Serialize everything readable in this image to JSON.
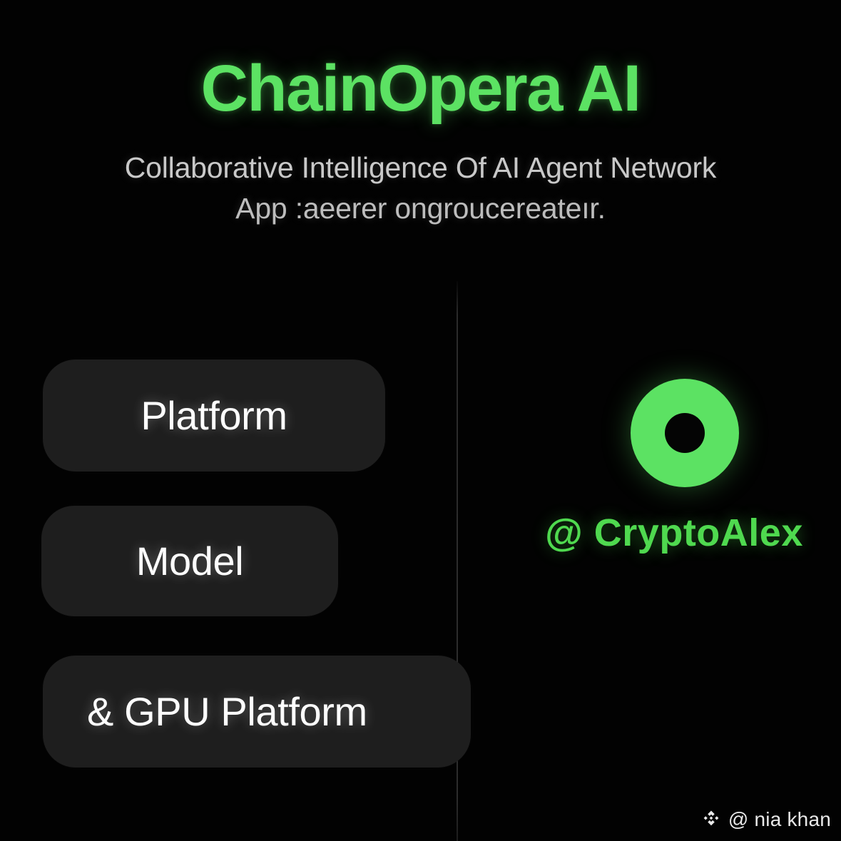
{
  "header": {
    "title": "ChainOpera AI",
    "subtitle_lines": [
      "Collaborative Intelligence Of AI Agent Network",
      "App :aeerer ongroucereateır."
    ]
  },
  "left_panel": {
    "pills": [
      {
        "label": "Platform"
      },
      {
        "label": "Model"
      },
      {
        "label": "& GPU Platform"
      }
    ]
  },
  "right_panel": {
    "logo_icon": "green-ring-logo",
    "handle": "@ CryptoAlex"
  },
  "watermark": {
    "icon": "binance-diamond-icon",
    "text": "@ nia khan"
  },
  "colors": {
    "background": "#020202",
    "brand_green": "#5ce263",
    "handle_green": "#4fd94f",
    "pill_background": "#1e1e1e",
    "pill_text": "#fdfdfd",
    "subtitle_text": "#c9c9c9",
    "divider": "#2a2a2a",
    "watermark_text": "#e9e9e9"
  }
}
